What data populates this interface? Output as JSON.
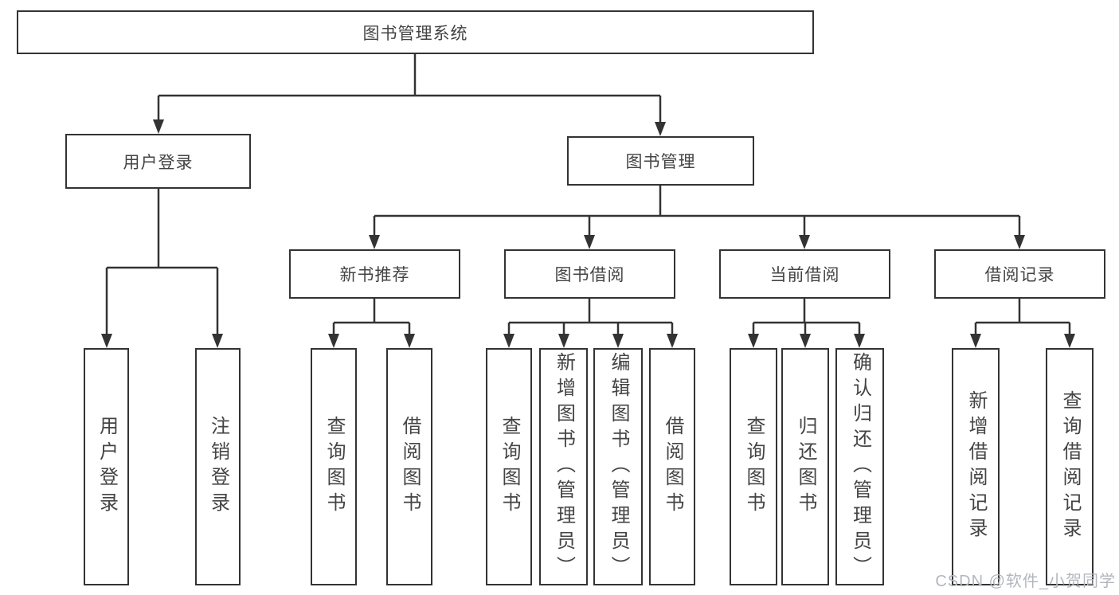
{
  "diagram": {
    "root": {
      "label": "图书管理系统"
    },
    "branches": [
      {
        "label": "用户登录",
        "children": [
          {
            "label": "用户登录"
          },
          {
            "label": "注销登录"
          }
        ]
      },
      {
        "label": "图书管理",
        "children": [
          {
            "label": "新书推荐",
            "children": [
              {
                "label": "查询图书"
              },
              {
                "label": "借阅图书"
              }
            ]
          },
          {
            "label": "图书借阅",
            "children": [
              {
                "label": "查询图书"
              },
              {
                "label": "新增图书（管理员）"
              },
              {
                "label": "编辑图书（管理员）"
              },
              {
                "label": "借阅图书"
              }
            ]
          },
          {
            "label": "当前借阅",
            "children": [
              {
                "label": "查询图书"
              },
              {
                "label": "归还图书"
              },
              {
                "label": "确认归还（管理员）"
              }
            ]
          },
          {
            "label": "借阅记录",
            "children": [
              {
                "label": "新增借阅记录"
              },
              {
                "label": "查询借阅记录"
              }
            ]
          }
        ]
      }
    ]
  },
  "line_color": "#333333",
  "watermark": {
    "text": "CSDN @软件_小贺同学",
    "color": "#b3b7bd"
  }
}
